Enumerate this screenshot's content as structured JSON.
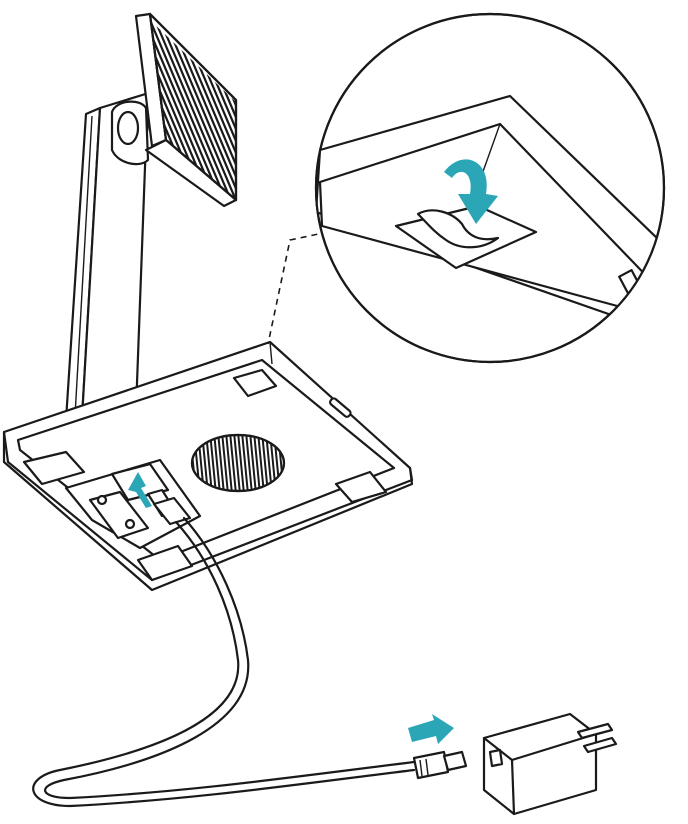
{
  "colors": {
    "line": "#1a1a1a",
    "accent": "#2aa6b7",
    "background": "#ffffff"
  },
  "diagram": {
    "parts": [
      {
        "id": "display-panel",
        "icon": "display-panel-icon"
      },
      {
        "id": "stand-arm",
        "icon": "stand-arm-icon"
      },
      {
        "id": "base-underside",
        "icon": "base-icon"
      },
      {
        "id": "vent-grille",
        "icon": "vent-grille-icon"
      },
      {
        "id": "port-panel",
        "icon": "port-panel-icon"
      },
      {
        "id": "cable",
        "icon": "cable-icon"
      },
      {
        "id": "power-adapter",
        "icon": "power-adapter-icon"
      },
      {
        "id": "magnifier-callout",
        "icon": "magnifier-icon"
      }
    ],
    "arrows": [
      {
        "id": "insert-cable-arrow",
        "icon": "arrow-up-icon"
      },
      {
        "id": "plug-adapter-arrow",
        "icon": "arrow-right-icon"
      },
      {
        "id": "peel-tab-arrow",
        "icon": "curved-arrow-icon"
      }
    ]
  }
}
